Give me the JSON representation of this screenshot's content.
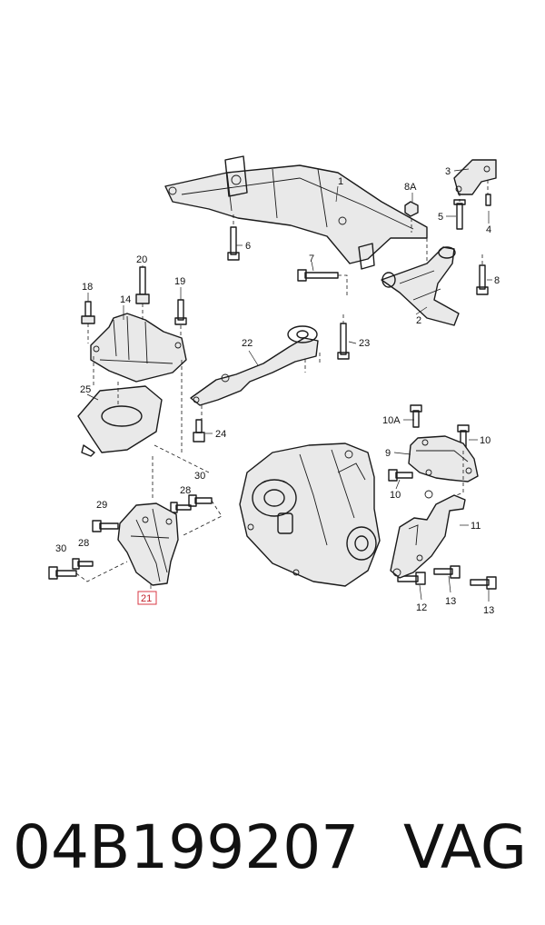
{
  "callouts": {
    "c1": "1",
    "c2": "2",
    "c3": "3",
    "c4": "4",
    "c5": "5",
    "c6": "6",
    "c7": "7",
    "c8": "8",
    "c8a": "8A",
    "c9": "9",
    "c10a": "10A",
    "c10_top": "10",
    "c10_left": "10",
    "c11": "11",
    "c12": "12",
    "c13_a": "13",
    "c13_b": "13",
    "c14": "14",
    "c18": "18",
    "c19": "19",
    "c20": "20",
    "c21": "21",
    "c22": "22",
    "c23": "23",
    "c24": "24",
    "c25": "25",
    "c28_a": "28",
    "c28_b": "28",
    "c29": "29",
    "c30_a": "30",
    "c30_b": "30"
  },
  "highlight_color": "#d83a44",
  "footer": {
    "part_number": "04B199207",
    "brand": "VAG"
  }
}
